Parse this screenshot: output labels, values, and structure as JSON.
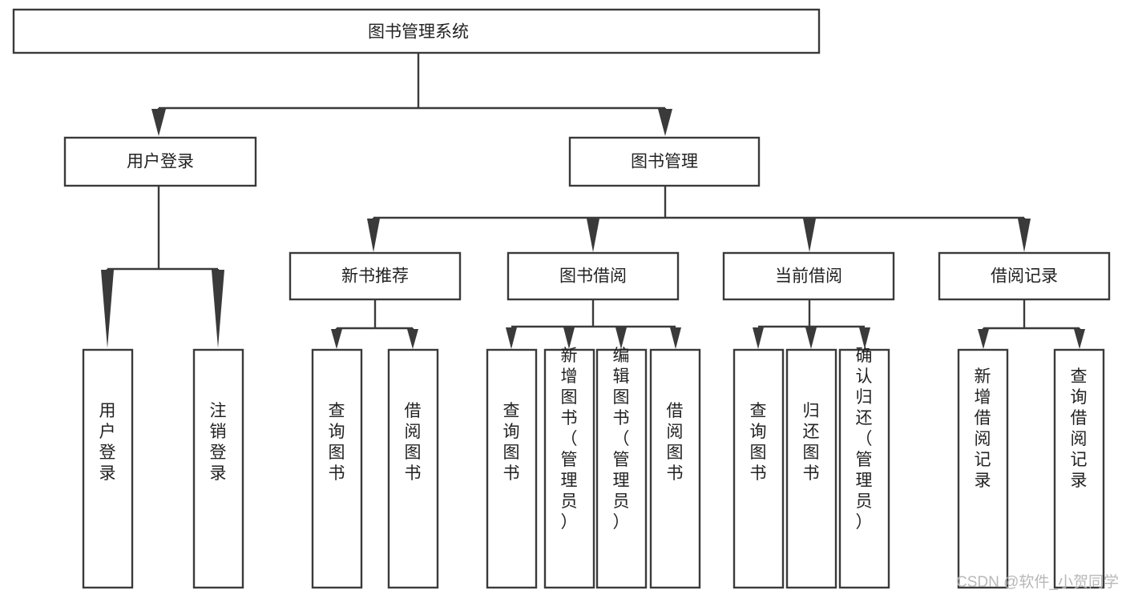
{
  "diagram": {
    "type": "hierarchy-tree",
    "title": "图书管理系统",
    "orientation": "top-down",
    "watermark": "CSDN @软件_小贺同学",
    "colors": {
      "box_fill": "#ffffff",
      "box_stroke": "#3a3a3a",
      "text": "#222222",
      "background": "#ffffff",
      "watermark": "#b8b8b8"
    },
    "nodes": {
      "root": {
        "label": "图书管理系统"
      },
      "level2": [
        {
          "id": "user-login",
          "label": "用户登录"
        },
        {
          "id": "book-management",
          "label": "图书管理"
        }
      ],
      "level3": [
        {
          "id": "new-book-recommend",
          "label": "新书推荐"
        },
        {
          "id": "book-borrow",
          "label": "图书借阅"
        },
        {
          "id": "current-borrow",
          "label": "当前借阅"
        },
        {
          "id": "borrow-record",
          "label": "借阅记录"
        }
      ],
      "leaves": {
        "user-login": [
          {
            "id": "leaf-user-login",
            "label": "用户登录"
          },
          {
            "id": "leaf-user-logout",
            "label": "注销登录"
          }
        ],
        "new-book-recommend": [
          {
            "id": "leaf-query-book-1",
            "label": "查询图书"
          },
          {
            "id": "leaf-borrow-book-1",
            "label": "借阅图书"
          }
        ],
        "book-borrow": [
          {
            "id": "leaf-query-book-2",
            "label": "查询图书"
          },
          {
            "id": "leaf-add-book",
            "label": "新增图书（管理员）"
          },
          {
            "id": "leaf-edit-book",
            "label": "编辑图书（管理员）"
          },
          {
            "id": "leaf-borrow-book-2",
            "label": "借阅图书"
          }
        ],
        "current-borrow": [
          {
            "id": "leaf-query-book-3",
            "label": "查询图书"
          },
          {
            "id": "leaf-return-book",
            "label": "归还图书"
          },
          {
            "id": "leaf-confirm-return",
            "label": "确认归还（管理员）"
          }
        ],
        "borrow-record": [
          {
            "id": "leaf-add-record",
            "label": "新增借阅记录"
          },
          {
            "id": "leaf-query-record",
            "label": "查询借阅记录"
          }
        ]
      }
    }
  }
}
